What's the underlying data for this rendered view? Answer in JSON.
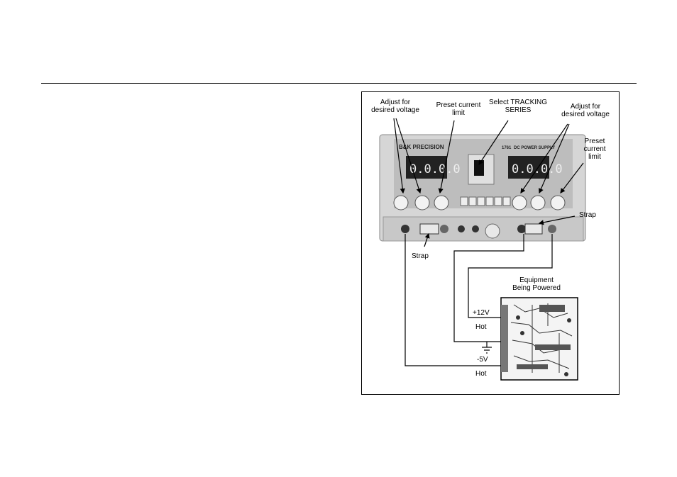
{
  "figure": {
    "labels": {
      "adjust_voltage_left": [
        "Adjust for",
        "desired voltage"
      ],
      "preset_current_left": [
        "Preset current",
        "limit"
      ],
      "select_tracking": [
        "Select TRACKING",
        "SERIES"
      ],
      "adjust_voltage_right": [
        "Adjust for",
        "desired voltage"
      ],
      "preset_current_right": [
        "Preset",
        "current",
        "limit"
      ],
      "strap_right": "Strap",
      "strap_left": "Strap",
      "equipment": [
        "Equipment",
        "Being Powered"
      ],
      "plus12v": "+12V",
      "hot_top": "Hot",
      "minus5v": "-5V",
      "hot_bottom": "Hot"
    },
    "device": {
      "brand": "B&K PRECISION",
      "model": "1761",
      "title": "DC POWER SUPPLY",
      "display_left": "0.0.0.0",
      "display_right": "0.0.0.0"
    }
  }
}
